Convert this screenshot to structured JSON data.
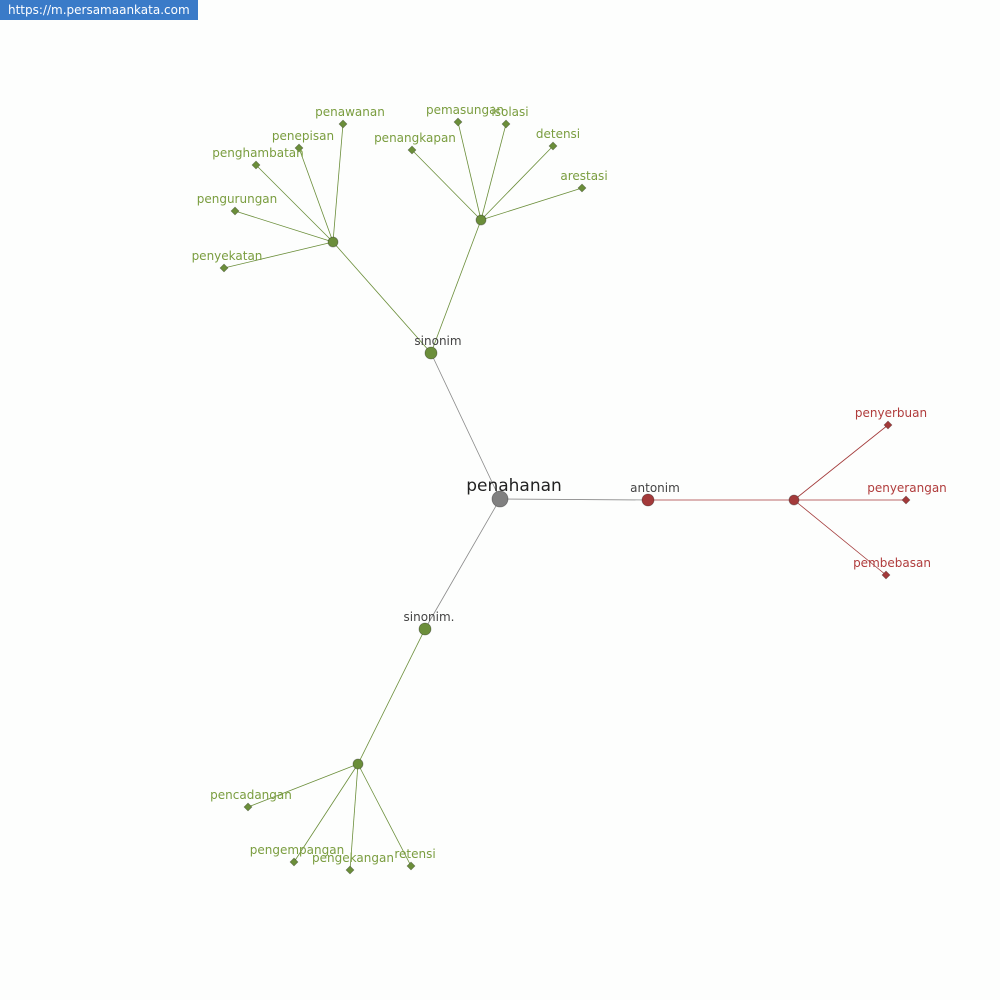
{
  "source_link": "https://m.persamaankata.com",
  "colors": {
    "root": "#808080",
    "synonym": "#6b8e3a",
    "synonym_label": "#7a9d3f",
    "antonym": "#a33a3a",
    "antonym_label": "#b03c3c",
    "category_label": "#444444",
    "root_label": "#222222",
    "root_edge": "#8a8a8a"
  },
  "root": {
    "label": "penahanan"
  },
  "categories": [
    {
      "id": "sinonim-1",
      "label": "sinonim",
      "type": "synonym"
    },
    {
      "id": "sinonim-2",
      "label": "sinonim.",
      "type": "synonym"
    },
    {
      "id": "antonim",
      "label": "antonim",
      "type": "antonym"
    }
  ],
  "groups": [
    {
      "id": "g1",
      "category": "sinonim-1",
      "type": "synonym",
      "words": [
        "penawanan",
        "penepisan",
        "penghambatan",
        "pengurungan",
        "penyekatan"
      ]
    },
    {
      "id": "g2",
      "category": "sinonim-1",
      "type": "synonym",
      "words": [
        "pemasungan",
        "isolasi",
        "penangkapan",
        "detensi",
        "arestasi"
      ]
    },
    {
      "id": "g3",
      "category": "sinonim-2",
      "type": "synonym",
      "words": [
        "pencadangan",
        "pengempangan",
        "pengekangan",
        "retensi"
      ]
    },
    {
      "id": "g4",
      "category": "antonim",
      "type": "antonym",
      "words": [
        "penyerbuan",
        "penyerangan",
        "pembebasan"
      ]
    }
  ]
}
